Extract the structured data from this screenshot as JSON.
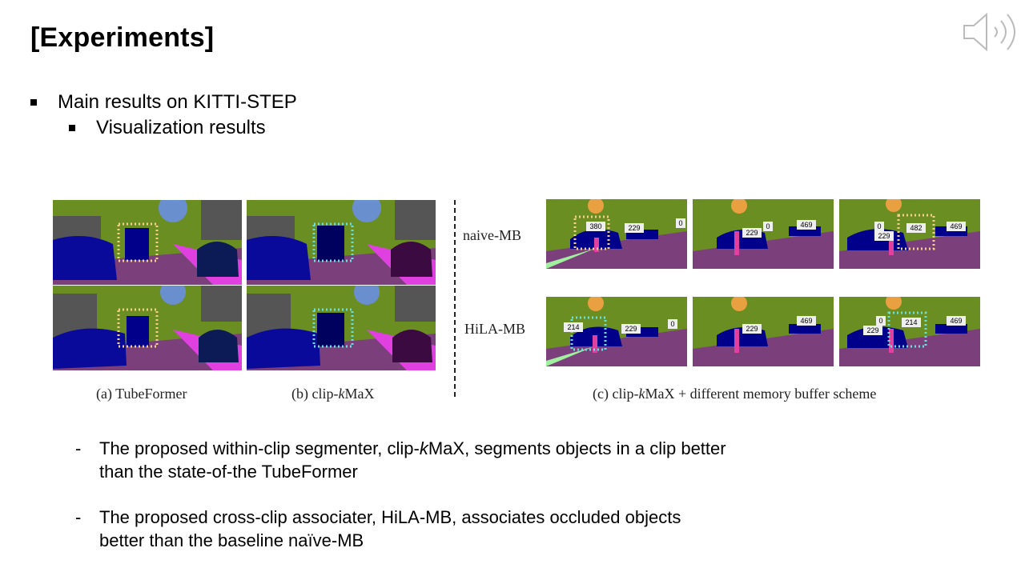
{
  "slide": {
    "title": "[Experiments]",
    "bullet_1": "Main results on KITTI-STEP",
    "bullet_2": "Visualization results"
  },
  "figure": {
    "caption_a": "(a) TubeFormer",
    "caption_b_prefix": "(b) clip-",
    "caption_b_k": "k",
    "caption_b_suffix": "MaX",
    "caption_c_prefix": "(c) clip-",
    "caption_c_k": "k",
    "caption_c_suffix": "MaX + different memory buffer scheme",
    "row_label_top": "naive-MB",
    "row_label_bottom": "HiLA-MB",
    "naive_ids": [
      [
        "380",
        "229",
        "0"
      ],
      [
        "229",
        "0",
        "469"
      ],
      [
        "229",
        "0",
        "482",
        "469"
      ]
    ],
    "hila_ids": [
      [
        "214",
        "229",
        "0"
      ],
      [
        "229",
        "469"
      ],
      [
        "229",
        "0",
        "214",
        "469"
      ]
    ],
    "colors": {
      "sky_vegetation": "#6b8e23",
      "road": "#7b3f7b",
      "car": "#00008b",
      "sidewalk": "#e040e0",
      "building": "#555555",
      "highlight_orange": "#f5d08a",
      "highlight_cyan": "#66e0e0"
    }
  },
  "notes": {
    "note_1_dash": "-",
    "note_1_prefix": "The proposed within-clip segmenter, clip-",
    "note_1_k": "k",
    "note_1_suffix": "MaX, segments objects in a clip better than the state-of-the TubeFormer",
    "note_2_dash": "-",
    "note_2": "The proposed cross-clip associater, HiLA-MB, associates occluded objects better than the baseline naïve-MB"
  }
}
